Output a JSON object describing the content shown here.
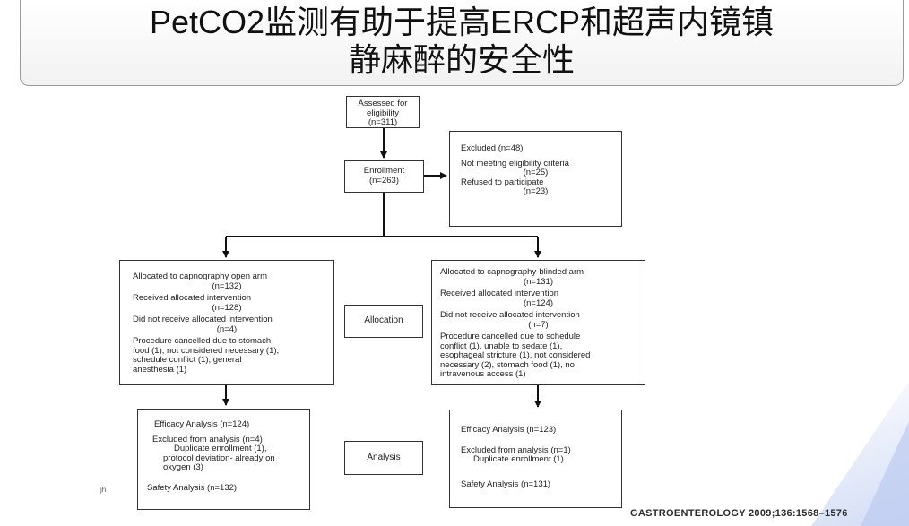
{
  "title": {
    "line1": "PetCO2监测有助于提高ERCP和超声内镜镇",
    "line2": "静麻醉的安全性"
  },
  "flow": {
    "assessed": [
      "Assessed for",
      "eligibility",
      "(n=311)"
    ],
    "enrollment": [
      "Enrollment",
      "(n=263)"
    ],
    "excluded": [
      "Excluded (n=48)",
      "Not meeting eligibility criteria",
      "(n=25)",
      "Refused to participate",
      "(n=23)"
    ],
    "allocation_label": "Allocation",
    "analysis_label": "Analysis",
    "open_arm": [
      "Allocated to capnography open arm",
      "(n=132)",
      "Received allocated intervention",
      "(n=128)",
      "Did not receive allocated intervention",
      "(n=4)",
      "Procedure cancelled due to stomach",
      "food (1), not considered necessary (1),",
      "schedule conflict (1), general",
      "anesthesia (1)"
    ],
    "blinded_arm": [
      "Allocated to capnography-blinded arm",
      "(n=131)",
      "Received allocated intervention",
      "(n=124)",
      "Did not receive allocated intervention",
      "(n=7)",
      "Procedure cancelled due to schedule",
      "conflict (1), unable to sedate (1),",
      "esophageal stricture (1), not considered",
      "necessary (2), stomach food (1), no",
      "intravenous access (1)"
    ],
    "open_analysis": [
      "Efficacy Analysis (n=124)",
      "Excluded from analysis (n=4)",
      "Duplicate enrollment (1),",
      "protocol deviation- already on",
      "oxygen (3)",
      "Safety Analysis (n=132)"
    ],
    "blinded_analysis": [
      "Efficacy Analysis (n=123)",
      "Excluded from analysis (n=1)",
      "Duplicate enrollment (1)",
      "Safety Analysis (n=131)"
    ]
  },
  "mark": "jh",
  "citation": "GASTROENTEROLOGY 2009;136:1568–1576"
}
